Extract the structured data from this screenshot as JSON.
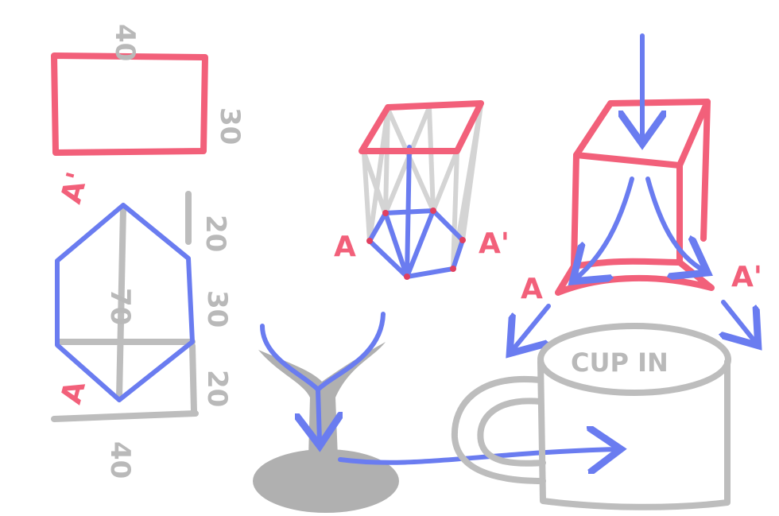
{
  "rectangle": {
    "width_label": "40",
    "height_label": "30"
  },
  "hexagon": {
    "top_label": "A'",
    "bottom_label": "A",
    "dim_top": "20",
    "dim_middle": "30",
    "dim_bottom": "20",
    "height_label": "70",
    "width_label": "40"
  },
  "prism": {
    "left_label": "A",
    "right_label": "A'"
  },
  "box": {
    "left_label": "A",
    "right_label": "A'"
  },
  "cup": {
    "label": "CUP IN"
  },
  "colors": {
    "red": "#f2607a",
    "blue": "#6a7cf0",
    "gray": "#bdbdbd"
  }
}
